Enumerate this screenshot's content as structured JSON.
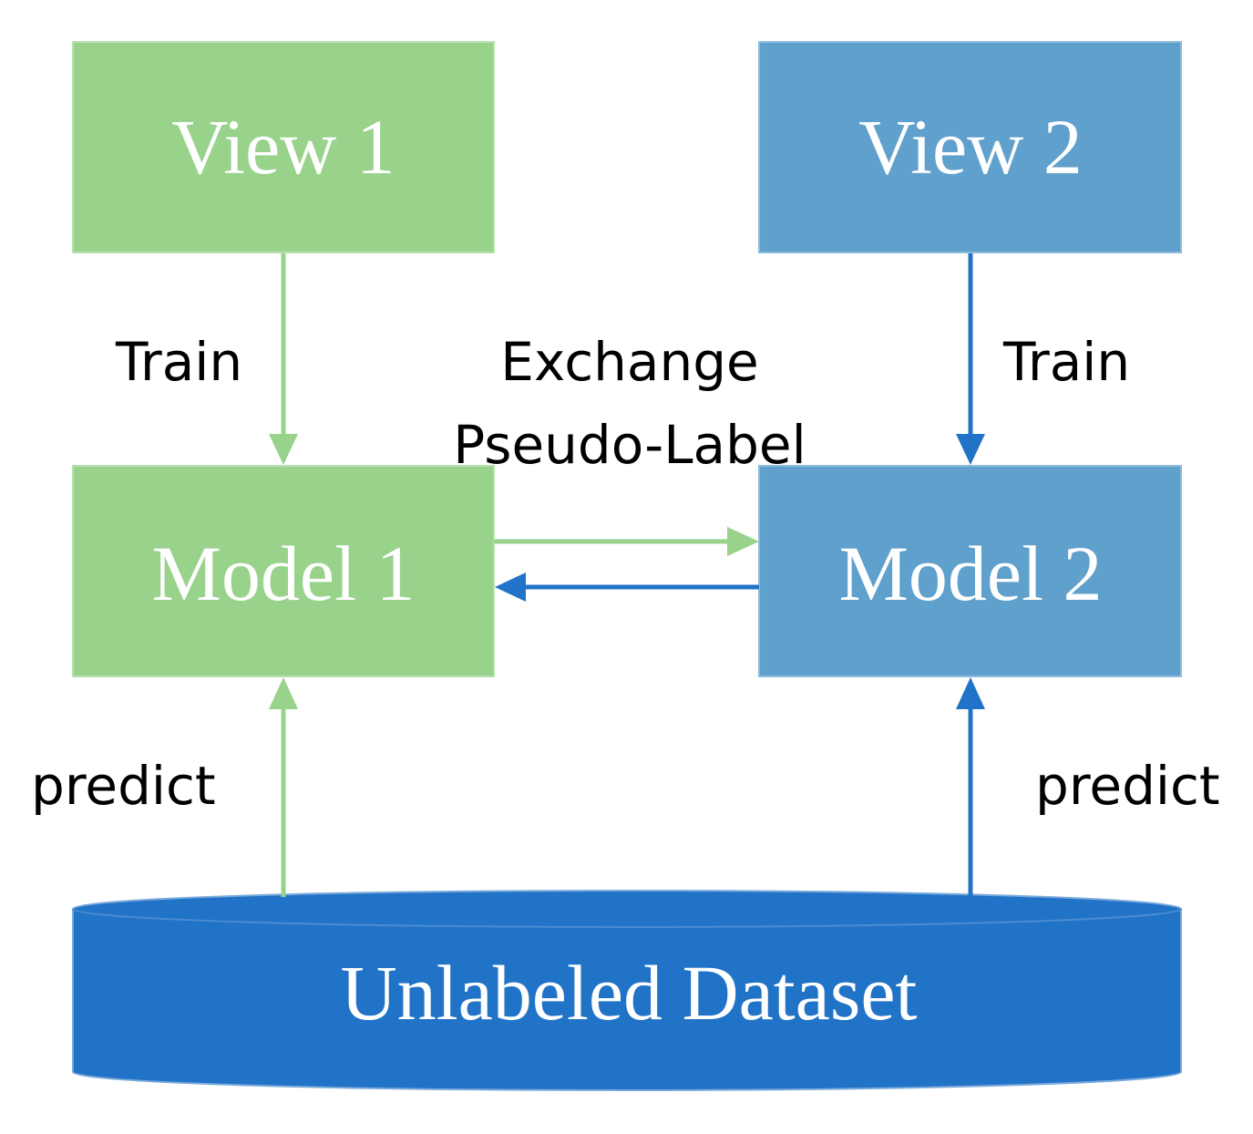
{
  "colors": {
    "green": "#98d28b",
    "steel_blue": "#5fa0cc",
    "dark_blue": "#2073c7",
    "text_dark": "#000000",
    "text_light": "#ffffff"
  },
  "nodes": {
    "view1": {
      "label": "View 1"
    },
    "view2": {
      "label": "View 2"
    },
    "model1": {
      "label": "Model 1"
    },
    "model2": {
      "label": "Model 2"
    },
    "dataset": {
      "label": "Unlabeled Dataset"
    }
  },
  "edges": {
    "view1_to_model1": {
      "label": "Train"
    },
    "view2_to_model2": {
      "label": "Train"
    },
    "exchange": {
      "line1": "Exchange",
      "line2": "Pseudo-Label"
    },
    "dataset_to_model1": {
      "label": "predict"
    },
    "dataset_to_model2": {
      "label": "predict"
    }
  }
}
